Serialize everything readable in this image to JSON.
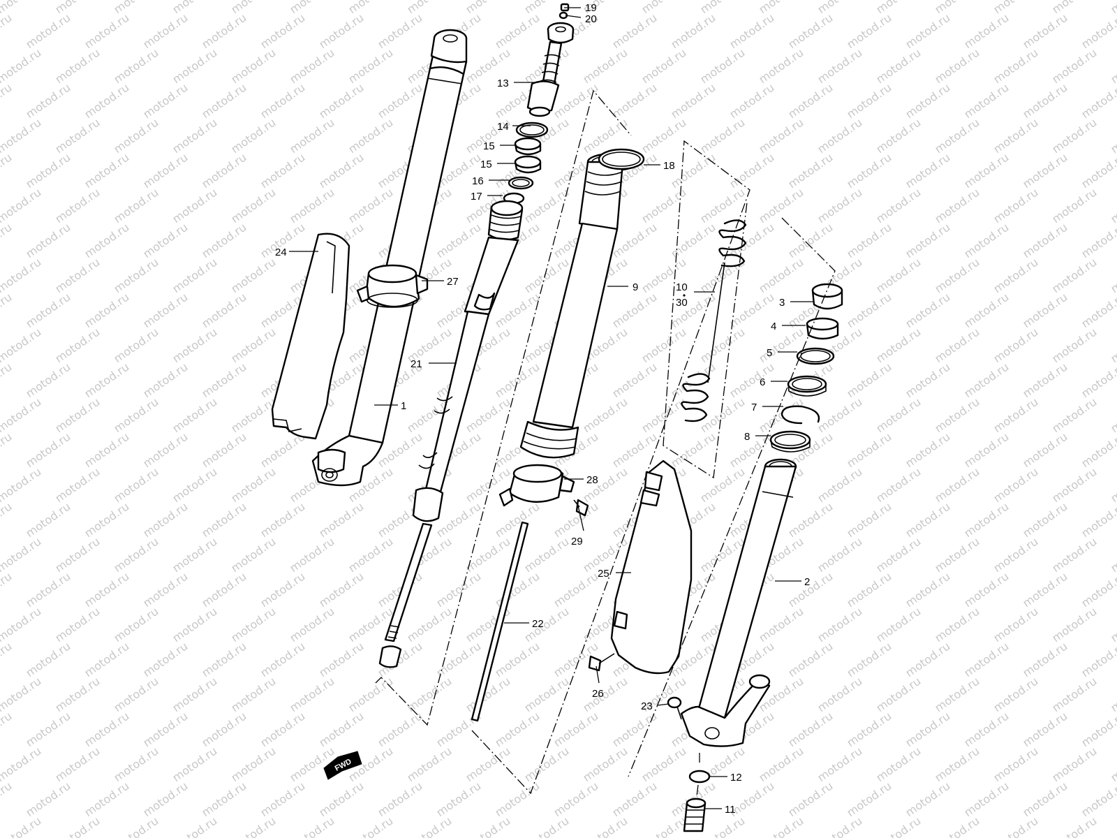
{
  "watermark": "motod.ru",
  "fwd_label": "FWD",
  "callouts": [
    {
      "id": "c19",
      "text": "19"
    },
    {
      "id": "c20",
      "text": "20"
    },
    {
      "id": "c13",
      "text": "13"
    },
    {
      "id": "c14",
      "text": "14"
    },
    {
      "id": "c15a",
      "text": "15"
    },
    {
      "id": "c15b",
      "text": "15"
    },
    {
      "id": "c16",
      "text": "16"
    },
    {
      "id": "c17",
      "text": "17"
    },
    {
      "id": "c18",
      "text": "18"
    },
    {
      "id": "c24",
      "text": "24"
    },
    {
      "id": "c27",
      "text": "27"
    },
    {
      "id": "c9",
      "text": "9"
    },
    {
      "id": "c10",
      "text": "10"
    },
    {
      "id": "c30",
      "text": "30"
    },
    {
      "id": "c3",
      "text": "3"
    },
    {
      "id": "c4",
      "text": "4"
    },
    {
      "id": "c5",
      "text": "5"
    },
    {
      "id": "c6",
      "text": "6"
    },
    {
      "id": "c7",
      "text": "7"
    },
    {
      "id": "c8",
      "text": "8"
    },
    {
      "id": "c21",
      "text": "21"
    },
    {
      "id": "c1",
      "text": "1"
    },
    {
      "id": "c28",
      "text": "28"
    },
    {
      "id": "c29",
      "text": "29"
    },
    {
      "id": "c25",
      "text": "25"
    },
    {
      "id": "c2",
      "text": "2"
    },
    {
      "id": "c22",
      "text": "22"
    },
    {
      "id": "c26",
      "text": "26"
    },
    {
      "id": "c23",
      "text": "23"
    },
    {
      "id": "c12",
      "text": "12"
    },
    {
      "id": "c11",
      "text": "11"
    }
  ]
}
